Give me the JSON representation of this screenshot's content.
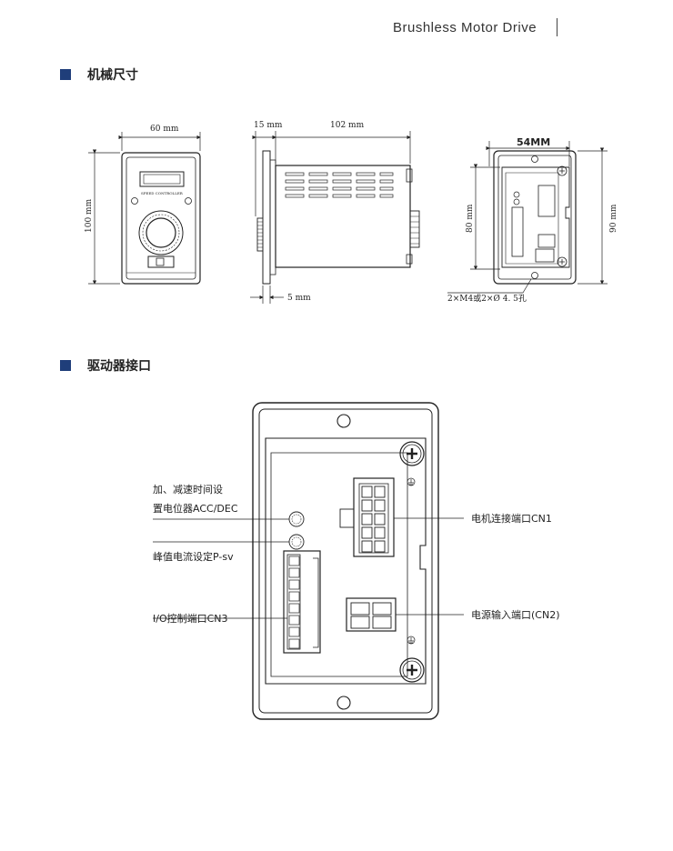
{
  "header": {
    "title": "Brushless  Motor Drive"
  },
  "sections": {
    "mechanical": {
      "title": "机械尺寸"
    },
    "interface": {
      "title": "驱动器接口"
    }
  },
  "dimensions": {
    "front_width": "60 mm",
    "front_height": "100 mm",
    "side_front": "15 mm",
    "side_depth": "102 mm",
    "side_bottom": "5 mm",
    "back_width": "54MM",
    "back_inner_height": "80 mm",
    "back_outer_height": "90 mm",
    "hole_note": "2×M4或2×Ø 4. 5孔",
    "panel_label": "SPEED CONTROLLER"
  },
  "callouts": {
    "acc_dec_line1": "加、减速时间设",
    "acc_dec_line2": "置电位器ACC/DEC",
    "peak_current": "峰值电流设定P-sv",
    "io_port": "I/O控制端口CN3",
    "motor_port": "电机连接端口CN1",
    "power_port": "电源输入端口(CN2)"
  },
  "colors": {
    "accent": "#1f3e7a"
  }
}
